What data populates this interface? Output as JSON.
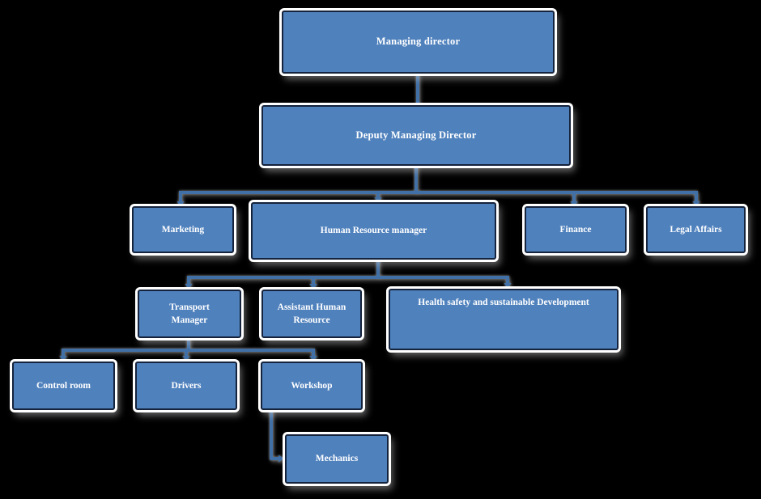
{
  "diagram": {
    "type": "org-chart",
    "levels": 6
  },
  "colors": {
    "background": "#000000",
    "box_fill": "#4f81bd",
    "box_border": "#15233c",
    "glow": "#ffffff",
    "connector": "#4170a6",
    "text": "#ffffff"
  },
  "nodes": {
    "managing_director": {
      "label": "Managing director"
    },
    "deputy_md": {
      "label": "Deputy Managing Director"
    },
    "marketing": {
      "label": "Marketing"
    },
    "hr_manager": {
      "label": "Human Resource manager"
    },
    "finance": {
      "label": "Finance"
    },
    "legal_affairs": {
      "label": "Legal Affairs"
    },
    "transport_manager": {
      "label": "Transport Manager"
    },
    "assistant_hr": {
      "label": "Assistant Human Resource"
    },
    "health_safety": {
      "label": "Health safety and sustainable Development"
    },
    "control_room": {
      "label": "Control room"
    },
    "drivers": {
      "label": "Drivers"
    },
    "workshop": {
      "label": "Workshop"
    },
    "mechanics": {
      "label": "Mechanics"
    }
  },
  "edges": [
    {
      "from": "managing_director",
      "to": "deputy_md"
    },
    {
      "from": "deputy_md",
      "to": "marketing"
    },
    {
      "from": "deputy_md",
      "to": "hr_manager"
    },
    {
      "from": "deputy_md",
      "to": "finance"
    },
    {
      "from": "deputy_md",
      "to": "legal_affairs"
    },
    {
      "from": "hr_manager",
      "to": "transport_manager"
    },
    {
      "from": "hr_manager",
      "to": "assistant_hr"
    },
    {
      "from": "hr_manager",
      "to": "health_safety"
    },
    {
      "from": "transport_manager",
      "to": "control_room"
    },
    {
      "from": "transport_manager",
      "to": "drivers"
    },
    {
      "from": "transport_manager",
      "to": "workshop"
    },
    {
      "from": "workshop",
      "to": "mechanics"
    }
  ]
}
